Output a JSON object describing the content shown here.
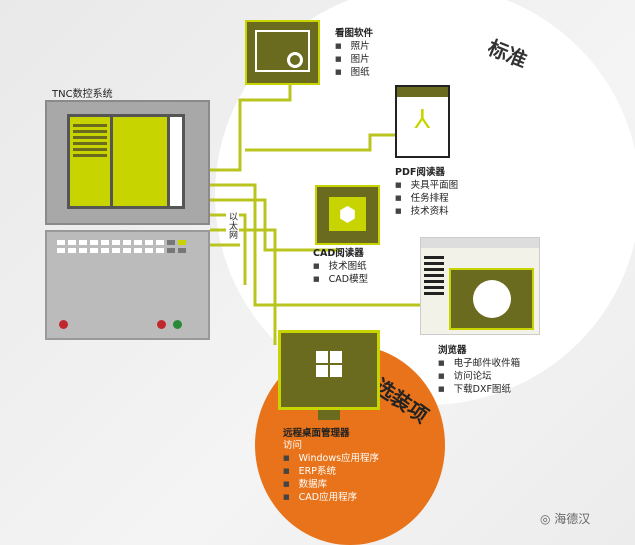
{
  "colors": {
    "olive": "#6b6b1f",
    "lime": "#c8d400",
    "line": "#b9c41e",
    "orange": "#e8731a"
  },
  "sections": {
    "standard": "标准",
    "optional": "选装项"
  },
  "tnc": {
    "title": "TNC数控系统",
    "ethernet": "以太网"
  },
  "image_viewer": {
    "title": "看图软件",
    "items": [
      "照片",
      "图片",
      "图纸"
    ]
  },
  "pdf_reader": {
    "title": "PDF阅读器",
    "items": [
      "夹具平面图",
      "任务排程",
      "技术资料"
    ]
  },
  "cad_reader": {
    "title": "CAD阅读器",
    "items": [
      "技术图纸",
      "CAD模型"
    ]
  },
  "browser": {
    "title": "浏览器",
    "items": [
      "电子邮件收件箱",
      "访问论坛",
      "下载DXF图纸"
    ]
  },
  "remote_desktop": {
    "title": "远程桌面管理器",
    "subtitle": "访问",
    "items": [
      "Windows应用程序",
      "ERP系统",
      "数据库",
      "CAD应用程序"
    ]
  },
  "watermark": "海德汉"
}
